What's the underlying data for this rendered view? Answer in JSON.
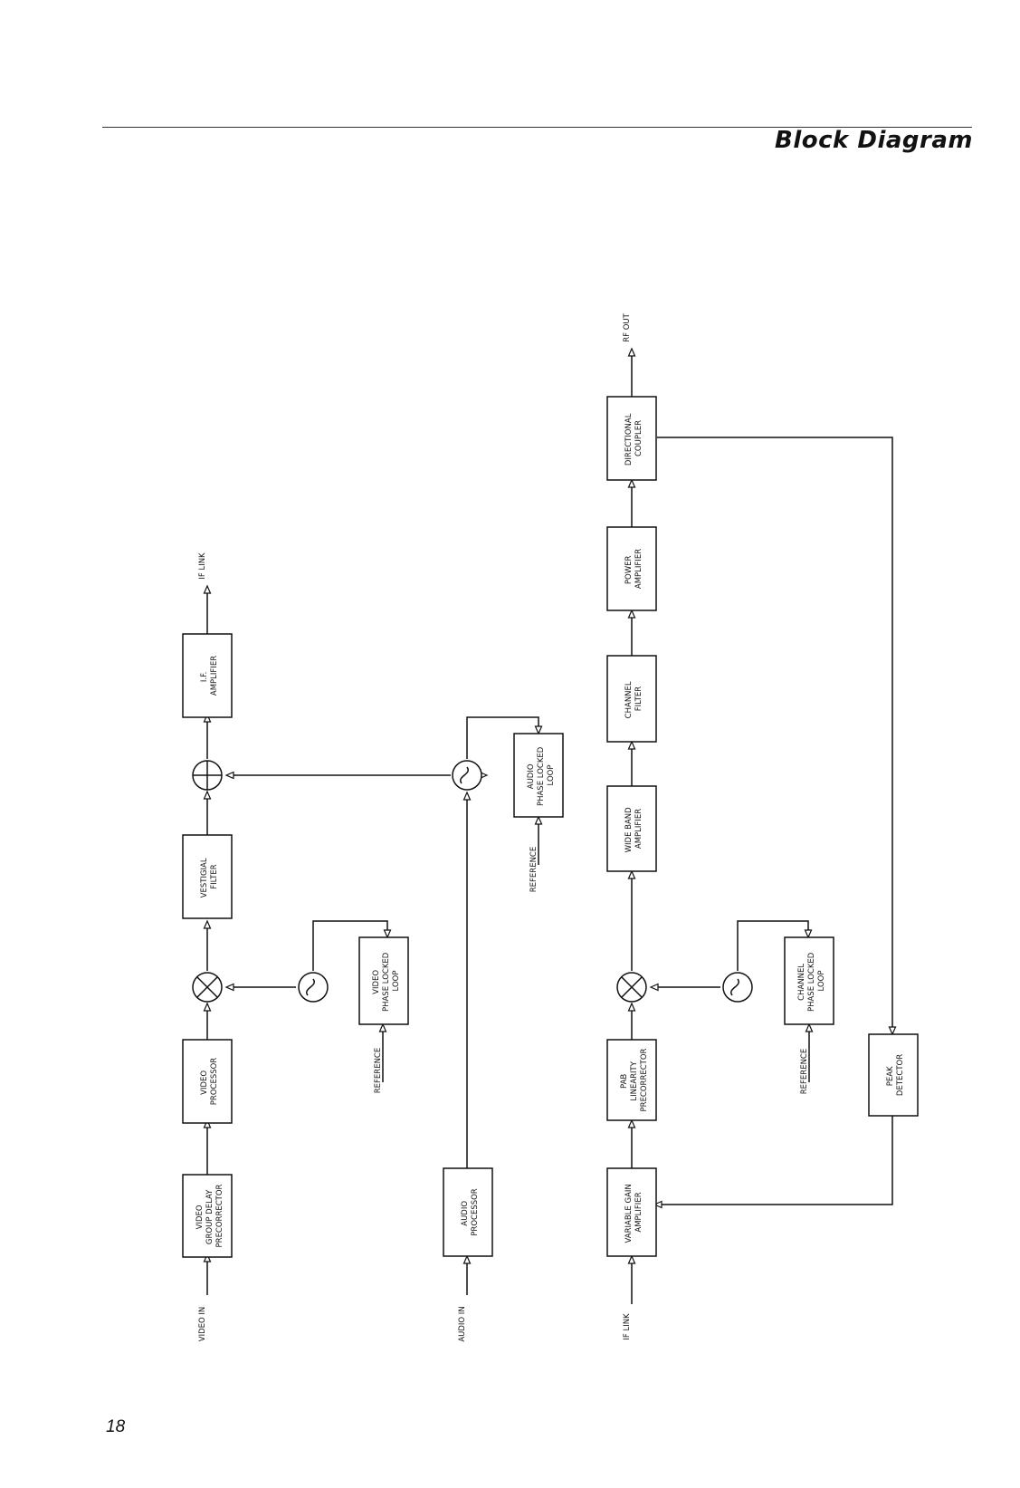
{
  "header": {
    "title": "Block Diagram"
  },
  "footer": {
    "page_number": "18"
  },
  "blocks": {
    "video_group_delay": [
      "VIDEO",
      "GROUP DELAY",
      "PRECORRECTOR"
    ],
    "video_processor": [
      "VIDEO",
      "PROCESSOR"
    ],
    "vestigial_filter": [
      "VESTIGIAL",
      "FILTER"
    ],
    "if_amplifier": [
      "I.F.",
      "AMPLIFIER"
    ],
    "video_pll": [
      "VIDEO",
      "PHASE LOCKED",
      "LOOP"
    ],
    "audio_processor": [
      "AUDIO",
      "PROCESSOR"
    ],
    "audio_pll": [
      "AUDIO",
      "PHASE LOCKED",
      "LOOP"
    ],
    "variable_gain_amp": [
      "VARIABLE GAIN",
      "AMPLIFIER"
    ],
    "linearity_precorrector": [
      "PAB",
      "LINEARITY",
      "PRECORRECTOR"
    ],
    "wide_band_amp": [
      "WIDE BAND",
      "AMPLIFIER"
    ],
    "channel_filter": [
      "CHANNEL",
      "FILTER"
    ],
    "power_amp": [
      "POWER",
      "AMPLIFIER"
    ],
    "directional_coupler": [
      "DIRECTIONAL",
      "COUPLER"
    ],
    "channel_pll": [
      "CHANNEL",
      "PHASE LOCKED",
      "LOOP"
    ],
    "peak_detector": [
      "PEAK",
      "DETECTOR"
    ]
  },
  "signals": {
    "video_in": "VIDEO IN",
    "audio_in": "AUDIO IN",
    "if_link_in": "IF LINK",
    "if_link_out": "IF LINK",
    "rf_out": "RF OUT",
    "reference_video": "REFERENCE",
    "reference_audio": "REFERENCE",
    "reference_channel": "REFERENCE"
  }
}
